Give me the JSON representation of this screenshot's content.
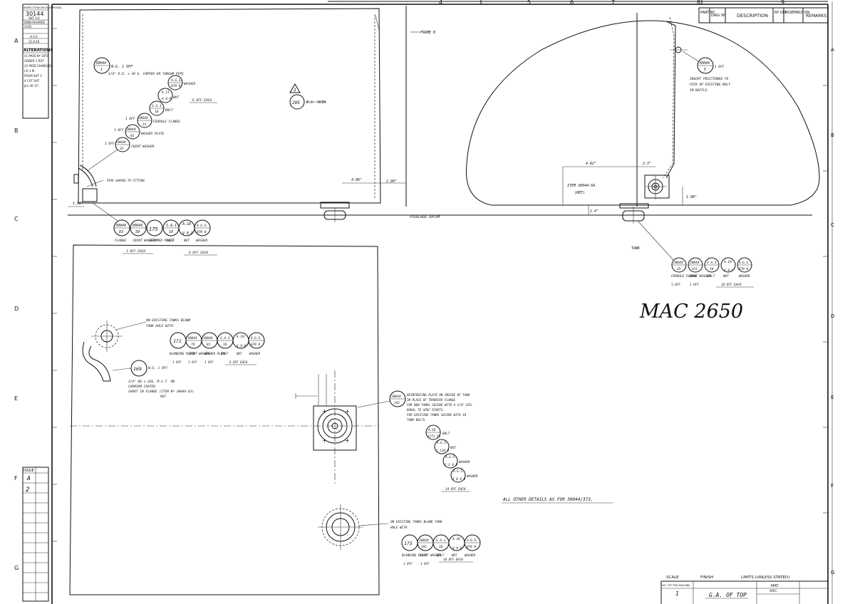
{
  "revision_block": {
    "lines": [
      "INSPECTION/CHECK/APPROVAL",
      "30144",
      "SHT 1/3",
      "DWN RHARRIS",
      "CH'D",
      "H.S.S.",
      "12.8.46"
    ],
    "alterations_title": "ALTERATIONS",
    "alteration_lines": [
      "(1) MOD Nº 1870",
      "ADDED 1 ROT",
      "(2) MOD CHANGED",
      "(3) 1 M",
      "FROM SHT 1",
      "4 CUT SHT",
      "Jan 26 '47"
    ],
    "issue_label": "ISSUE",
    "issue_letter": "A",
    "issue_number": "2",
    "row_letters": [
      "A",
      "B",
      "C",
      "D",
      "E",
      "F",
      "G"
    ]
  },
  "top_numbers": [
    "4",
    "5",
    "6",
    "7",
    "8",
    "9"
  ],
  "parts_list_header": {
    "part_no": "PART Nº",
    "drg_no": "DRG Nº",
    "description": "DESCRIPTION",
    "no_off": "Nº OFF",
    "assembly_on": "ASSEMBLY ON",
    "remarks": "REMARKS"
  },
  "handwritten_title": "MAC 2650",
  "other_details_note": "ALL OTHER DETAILS AS FOR 30044/373.",
  "side_view": {
    "frame_label": "FRAME B",
    "fuselage_datum": "FUSELAGE DATUM",
    "skin_ref": "295",
    "skin_label": "N.G. SKIN",
    "warning": "2",
    "note_pipe": "N.G. 1 OFF",
    "note_pipe_spec": "1/4\" O.D. x 20 G. COPPER OR TUNGUM PIPE",
    "note_pipe_shaped": "PIPE SHAPED TO FITTING",
    "dim_1": "4.06\"",
    "dim_2": "2.90\"",
    "dim_3": "1.56\"",
    "balloons": [
      {
        "top": "30044",
        "bottom": "1"
      },
      {
        "top": "A.G.S.",
        "bottom": "870 8"
      },
      {
        "top": "A.11",
        "bottom": "V 8.P"
      },
      {
        "top": "S.A.1",
        "bottom": "18"
      },
      {
        "top": "30044",
        "bottom": "31"
      },
      {
        "top": "30044",
        "bottom": "81"
      },
      {
        "top": "30044",
        "bottom": "23"
      }
    ],
    "callouts": [
      "WASHER",
      "NUT",
      "BOLT",
      "6 OFF EACH",
      "FERRULE FLANGE",
      "WASHER PLATE",
      "JOINT WASHER",
      "1 OFF",
      "1 OFF",
      "1 OFF"
    ],
    "bottom_row": [
      {
        "top": "30044",
        "bottom": "83",
        "label": "FLANGE"
      },
      {
        "top": "30044",
        "bottom": "59",
        "label": "JOINT WASHER"
      },
      {
        "top": "175",
        "bottom": "",
        "label": "SHIMMED PLATE"
      },
      {
        "top": "S.A.1",
        "bottom": "18",
        "label": "BOLT"
      },
      {
        "top": "A.18",
        "bottom": "V 8.P",
        "label": "NUT"
      },
      {
        "top": "A.G.S.",
        "bottom": "870 8",
        "label": "WASHER"
      }
    ],
    "bottom_notes": [
      "1 OFF EACH",
      "6 OFF EACH"
    ]
  },
  "end_view": {
    "balloon_top": "30044",
    "balloon_bottom": "5",
    "balloon_note": "1 OFF",
    "note_1": "INSERT POSITIONED TO",
    "note_2": "PICK UP EXISTING BOLT",
    "note_3": "IN BAFFLE.",
    "dim_a": "4.62\"",
    "dim_b": "2.3\"",
    "dim_c": "1.90\"",
    "dim_d": "1.4\"",
    "item_note_1": "ITEM 30044-5A",
    "item_note_2": "(REF)",
    "tank_label": "TANK",
    "row": [
      {
        "top": "30044",
        "bottom": "25",
        "label": "FERRULE FLANGE"
      },
      {
        "top": "30044",
        "bottom": "151",
        "label": "JOINT WASHER"
      },
      {
        "top": "S.A.1",
        "bottom": "18",
        "label": "BOLT"
      },
      {
        "top": "A.18",
        "bottom": "V 8.P",
        "label": "NUT"
      },
      {
        "top": "A.G.S.",
        "bottom": "870 8",
        "label": "WASHER"
      }
    ],
    "row_notes": [
      "1 OFF",
      "1 OFF",
      "10 OFF EACH"
    ]
  },
  "plan_view": {
    "note_existing_1": "ON EXISTING TANKS BLANK",
    "note_existing_2": "TANK HOLE WITH",
    "row1": [
      {
        "top": "171",
        "bottom": "",
        "label": "BLANKING PLATE"
      },
      {
        "top": "30044",
        "bottom": "79",
        "label": "JOINT WASHER"
      },
      {
        "top": "30044",
        "bottom": "81",
        "label": "WASHER PLATE"
      },
      {
        "top": "S.A.1",
        "bottom": "18",
        "label": "BOLT"
      },
      {
        "top": "A.18",
        "bottom": "V 8.P",
        "label": "NUT"
      },
      {
        "top": "A.G.S.",
        "bottom": "870 8",
        "label": "WASHER"
      }
    ],
    "row1_notes": [
      "1 OFF",
      "1 OFF",
      "1 OFF",
      "6 OFF EACH"
    ],
    "pipe_balloon": "169",
    "pipe_note_1": "N.G. 1 OFF",
    "pipe_note_2": "3/4\" OD x 22G. M.S.T. ON",
    "pipe_note_3": "CADMIUM COATED",
    "pipe_note_4": "SHORT IN FLANGE (ITEM Nº 30044-83)",
    "pipe_note_5": "REF",
    "mid_balloon_top": "30044",
    "mid_balloon_bottom": "191",
    "mid_note_1": "REINFORCING PLATE ON INSIDE OF TANK",
    "mid_note_2": "IN PLACE OF TRANSFER FLANGE",
    "mid_note_3": "FOR NEW TANKS SECURE WITH 4-1/8\" DIA.",
    "mid_note_4": "DURAL TO SPEC RIVETS.",
    "mid_note_5": "FOR EXISTING TANKS SECURE WITH 18",
    "mid_note_6": "TANK BOLTS",
    "mid_stack": [
      {
        "top": "A.18",
        "bottom": "1171 58",
        "label": "BOLT"
      },
      {
        "top": "A.G.S.",
        "bottom": "1 110 8",
        "label": "NUT"
      },
      {
        "top": "A.G.S.",
        "bottom": "5 2 8 8",
        "label": "WASHER"
      },
      {
        "top": "A.G.S.",
        "bottom": "3 0 8 8",
        "label": "WASHER"
      }
    ],
    "mid_stack_note": "14 OFF EACH",
    "bottom_note_1": "ON EXISTING TANKS BLANK TANK",
    "bottom_note_2": "HOLE WITH",
    "row2": [
      {
        "top": "175",
        "bottom": "",
        "label": "BLANKING PLATE"
      },
      {
        "top": "30044",
        "bottom": "191",
        "label": "JOINT WASHER"
      },
      {
        "top": "S.A.1",
        "bottom": "18",
        "label": "BOLT"
      },
      {
        "top": "A.18",
        "bottom": "V 8.P",
        "label": "NUT"
      },
      {
        "top": "A.G.S.",
        "bottom": "870 8",
        "label": "WASHER"
      }
    ],
    "row2_notes": [
      "1 OFF",
      "1 OFF",
      "10 OFF EACH"
    ]
  },
  "title_block": {
    "scale": "SCALE",
    "finish": "FINISH",
    "limits": "LIMITS (UNLESS STATED)",
    "no_off_label": "NO. OFF PER MACHINE",
    "no_off_value": "1",
    "title": "G.A. OF TOP",
    "mat_label": "MAT.",
    "spec_label": "SPEC."
  }
}
